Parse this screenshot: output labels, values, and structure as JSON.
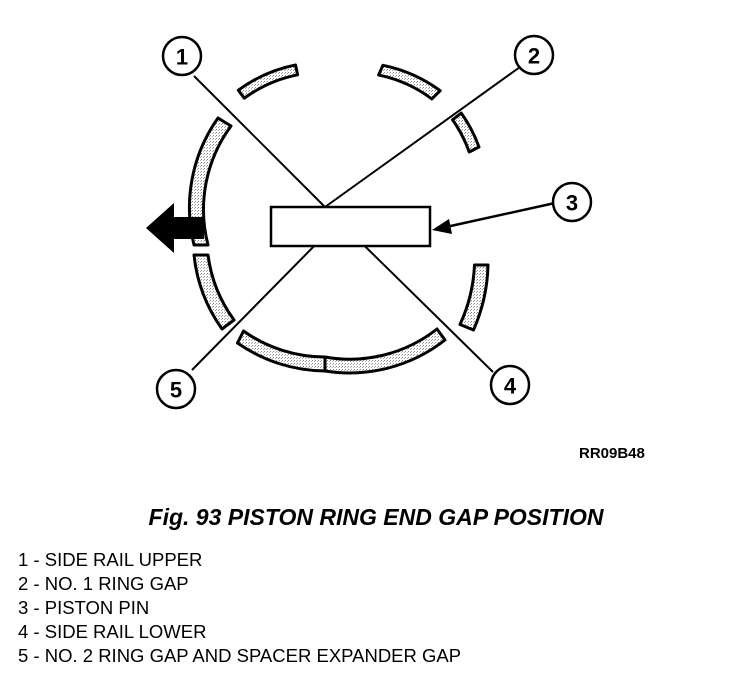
{
  "diagram": {
    "callouts": [
      {
        "id": "1",
        "label": "1"
      },
      {
        "id": "2",
        "label": "2"
      },
      {
        "id": "3",
        "label": "3"
      },
      {
        "id": "4",
        "label": "4"
      },
      {
        "id": "5",
        "label": "5"
      }
    ],
    "image_code": "RR09B48"
  },
  "figure": {
    "title": "Fig. 93 PISTON RING END GAP POSITION"
  },
  "legend": [
    "1 - SIDE RAIL UPPER",
    "2 - NO. 1 RING GAP",
    "3 - PISTON PIN",
    "4 - SIDE RAIL LOWER",
    "5 - NO. 2 RING GAP AND SPACER EXPANDER GAP"
  ]
}
